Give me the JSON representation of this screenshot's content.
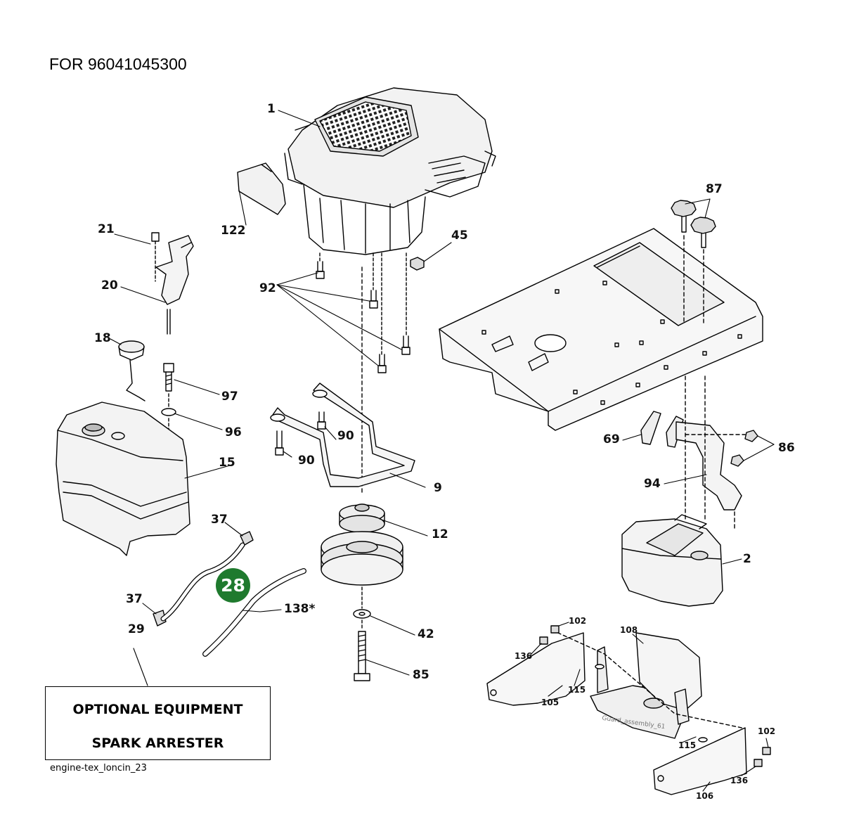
{
  "title": "FOR 96041045300",
  "optional_box": {
    "line1": "OPTIONAL EQUIPMENT",
    "line2": "SPARK ARRESTER"
  },
  "footer": "engine-tex_loncin_23",
  "watermark": "Guard_assembly_61",
  "highlight_badge": "28",
  "callouts": {
    "c1": "1",
    "c122": "122",
    "c21": "21",
    "c20": "20",
    "c18": "18",
    "c97": "97",
    "c96": "96",
    "c15": "15",
    "c37a": "37",
    "c37b": "37",
    "c29": "29",
    "c92": "92",
    "c45": "45",
    "c90a": "90",
    "c90b": "90",
    "c9": "9",
    "c12": "12",
    "c138": "138*",
    "c42": "42",
    "c85": "85",
    "c87": "87",
    "c69": "69",
    "c86": "86",
    "c94": "94",
    "c2": "2",
    "c102a": "102",
    "c108": "108",
    "c136a": "136",
    "c115a": "115",
    "c105": "105",
    "c115b": "115",
    "c102b": "102",
    "c136b": "136",
    "c106": "106"
  }
}
